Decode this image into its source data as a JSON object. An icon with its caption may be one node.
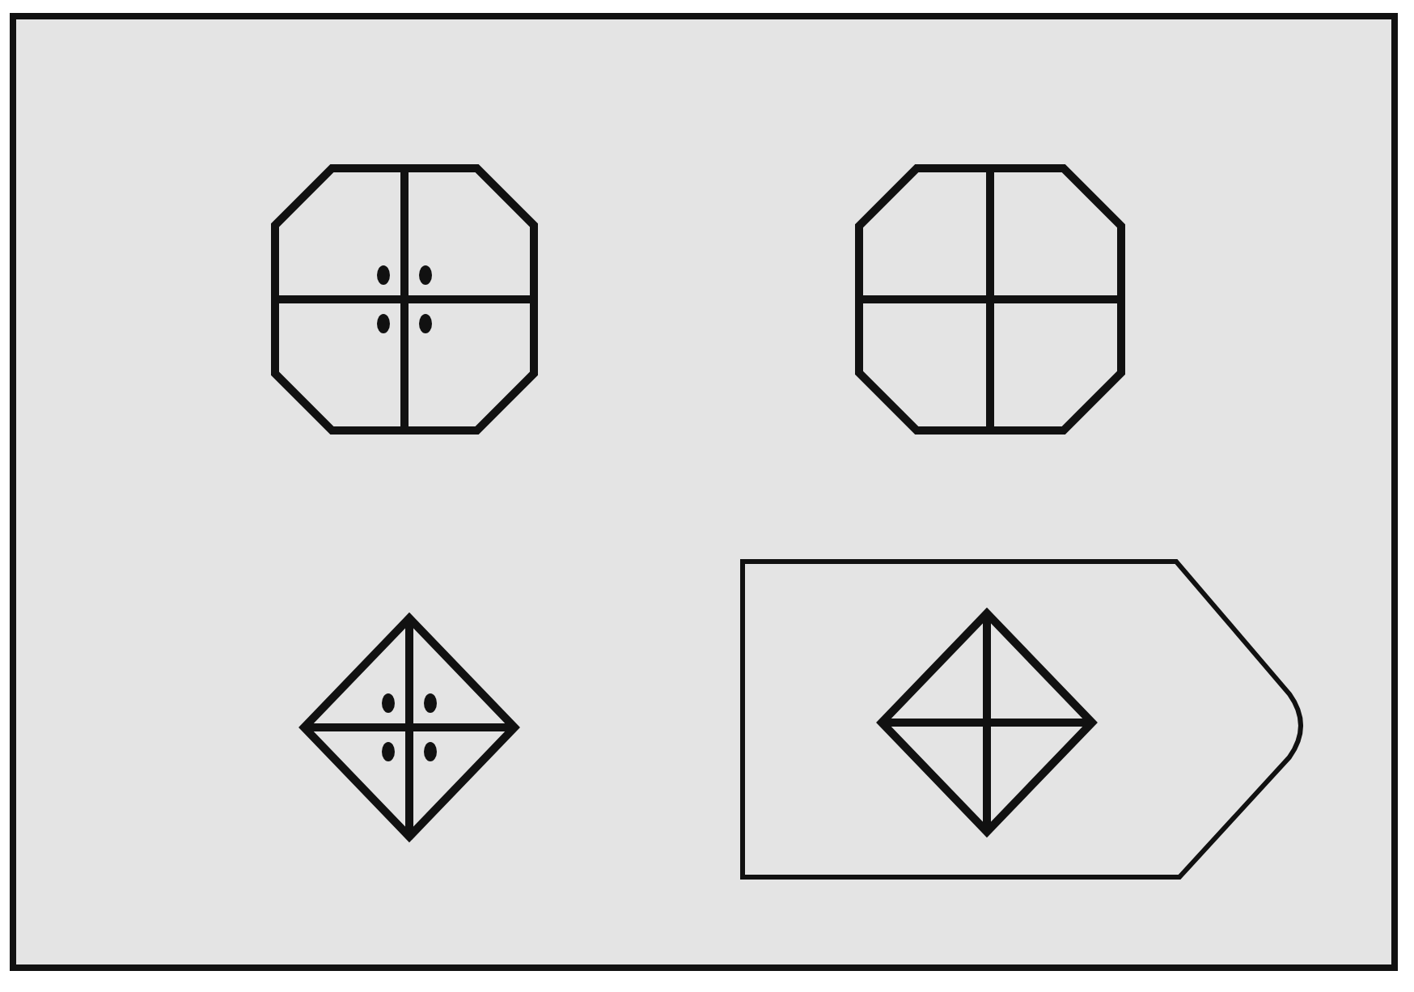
{
  "diagram": {
    "nodes": [
      {
        "text": [],
        "shape": "octagon"
      },
      {
        "text": [],
        "shape": "octagon"
      },
      {
        "text": [],
        "shape": "diamond"
      },
      {
        "text": [],
        "shape": "box"
      },
      {
        "text": [],
        "shape": "diamond",
        "in": 3
      }
    ]
  }
}
